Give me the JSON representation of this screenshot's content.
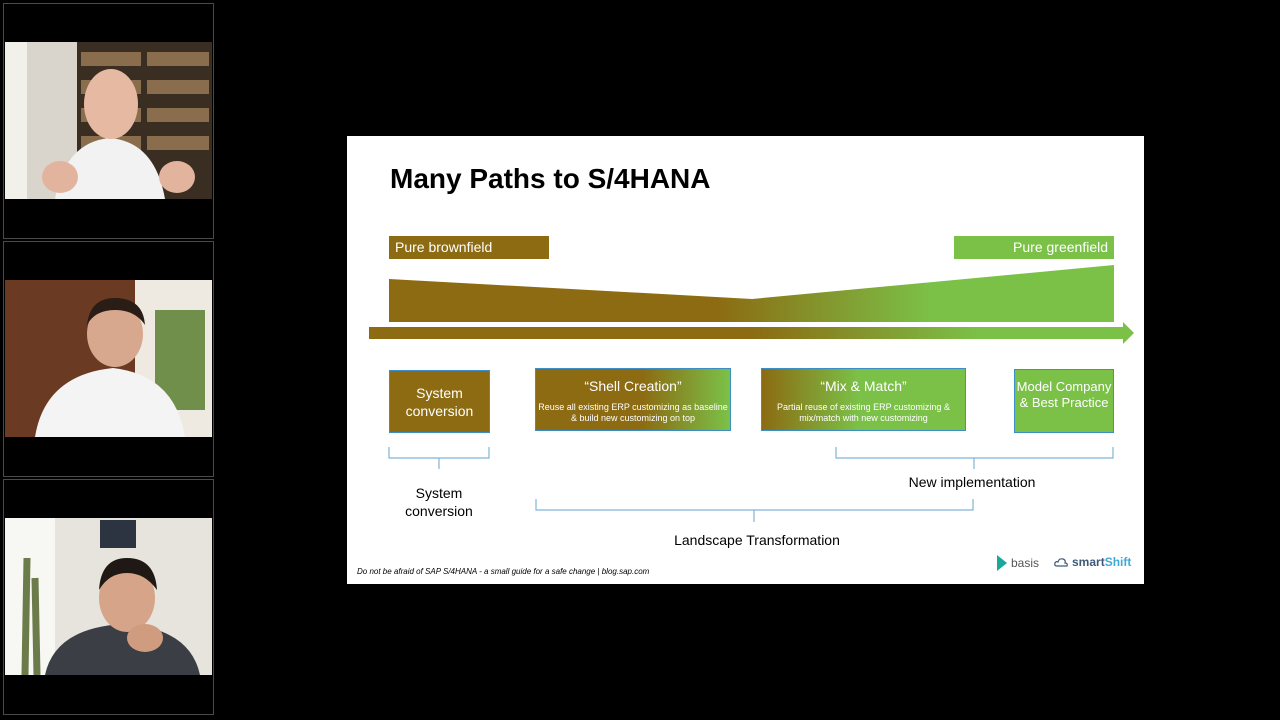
{
  "slide": {
    "title": "Many Paths to S/4HANA",
    "tag_left": "Pure brownfield",
    "tag_right": "Pure greenfield",
    "boxes": [
      {
        "title": "System conversion",
        "subtitle": ""
      },
      {
        "title": "“Shell Creation”",
        "subtitle": "Reuse all existing ERP customizing as baseline & build new customizing on top"
      },
      {
        "title": "“Mix & Match”",
        "subtitle": "Partial reuse of existing ERP customizing & mix/match with new customizing"
      },
      {
        "title": "Model Company & Best Practice",
        "subtitle": ""
      }
    ],
    "captions": {
      "system_conversion": "System conversion",
      "new_implementation": "New implementation",
      "landscape_transformation": "Landscape Transformation"
    },
    "footer": "Do not be afraid of SAP S/4HANA - a small guide for a safe change | blog.sap.com",
    "logos": {
      "basis": "basis",
      "smartshift_a": "smart",
      "smartshift_b": "Shift"
    }
  },
  "colors": {
    "brown": "#8c6b12",
    "green": "#7bc148",
    "bracket": "#7fb5d8",
    "box_border": "#3c8ec8"
  }
}
